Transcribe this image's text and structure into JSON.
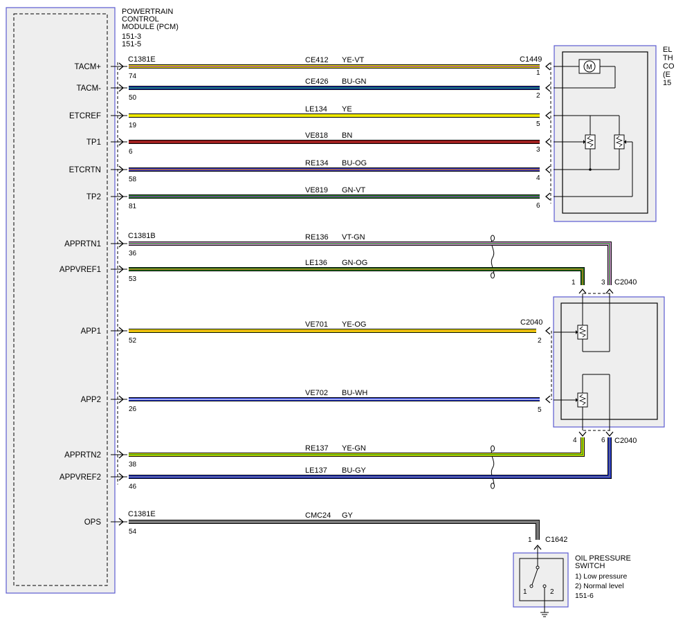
{
  "pcm": {
    "title_lines": [
      "POWERTRAIN",
      "CONTROL",
      "MODULE (PCM)",
      "151-3",
      "151-5"
    ]
  },
  "etc": {
    "title_lines": [
      "EL",
      "TH",
      "CO",
      "(E",
      "15"
    ]
  },
  "ops_switch": {
    "title_lines": [
      "OIL PRESSURE",
      "SWITCH",
      "1) Low pressure",
      "2) Normal level",
      "151-6"
    ],
    "pin1": "1",
    "pin2": "2"
  },
  "connectors": {
    "pcm_top": "C1381E",
    "pcm_mid": "C1381B",
    "pcm_bot": "C1381E",
    "etc": "C1449",
    "app_top": "C2040",
    "app_mid": "C2040",
    "app_bot": "C2040",
    "ops": "C1642"
  },
  "wires": [
    {
      "signal": "TACM+",
      "pcm_pin": "74",
      "circuit": "CE412",
      "color": "YE-VT",
      "far_pin": "1",
      "color_main": "#e8e000",
      "color_stripe": "#8a2bbf"
    },
    {
      "signal": "TACM-",
      "pcm_pin": "50",
      "circuit": "CE426",
      "color": "BU-GN",
      "far_pin": "2",
      "color_main": "#1a2ecc",
      "color_stripe": "#1a9a1a"
    },
    {
      "signal": "ETCREF",
      "pcm_pin": "19",
      "circuit": "LE134",
      "color": "YE",
      "far_pin": "5",
      "color_main": "#f0ea00",
      "color_stripe": ""
    },
    {
      "signal": "TP1",
      "pcm_pin": "6",
      "circuit": "VE818",
      "color": "BN",
      "far_pin": "3",
      "color_main": "#a02020",
      "color_stripe": ""
    },
    {
      "signal": "ETCRTN",
      "pcm_pin": "58",
      "circuit": "RE134",
      "color": "BU-OG",
      "far_pin": "4",
      "color_main": "#2a2ebf",
      "color_stripe": "#e08020"
    },
    {
      "signal": "TP2",
      "pcm_pin": "81",
      "circuit": "VE819",
      "color": "GN-VT",
      "far_pin": "6",
      "color_main": "#1f8a1f",
      "color_stripe": "#8a2bbf"
    },
    {
      "signal": "APPRTN1",
      "pcm_pin": "36",
      "circuit": "RE136",
      "color": "VT-GN",
      "far_pin": "3",
      "color_main": "#d68ad6",
      "color_stripe": "#1a9a1a"
    },
    {
      "signal": "APPVREF1",
      "pcm_pin": "53",
      "circuit": "LE136",
      "color": "GN-OG",
      "far_pin": "1",
      "color_main": "#1a7a1a",
      "color_stripe": "#e08020"
    },
    {
      "signal": "APP1",
      "pcm_pin": "52",
      "circuit": "VE701",
      "color": "YE-OG",
      "far_pin": "2",
      "color_main": "#f0ea00",
      "color_stripe": "#e08020"
    },
    {
      "signal": "APP2",
      "pcm_pin": "26",
      "circuit": "VE702",
      "color": "BU-WH",
      "far_pin": "5",
      "color_main": "#1a2ecc",
      "color_stripe": "#ffffff"
    },
    {
      "signal": "APPRTN2",
      "pcm_pin": "38",
      "circuit": "RE137",
      "color": "YE-GN",
      "far_pin": "4",
      "color_main": "#e6e000",
      "color_stripe": "#1a9a1a"
    },
    {
      "signal": "APPVREF2",
      "pcm_pin": "46",
      "circuit": "LE137",
      "color": "BU-GY",
      "far_pin": "6",
      "color_main": "#1a2ecc",
      "color_stripe": "#808080"
    },
    {
      "signal": "OPS",
      "pcm_pin": "54",
      "circuit": "CMC24",
      "color": "GY",
      "far_pin": "1",
      "color_main": "#7a7a7a",
      "color_stripe": ""
    }
  ],
  "colors": {
    "module_border": "#5a5ad0",
    "module_fill": "#eeeeee"
  }
}
